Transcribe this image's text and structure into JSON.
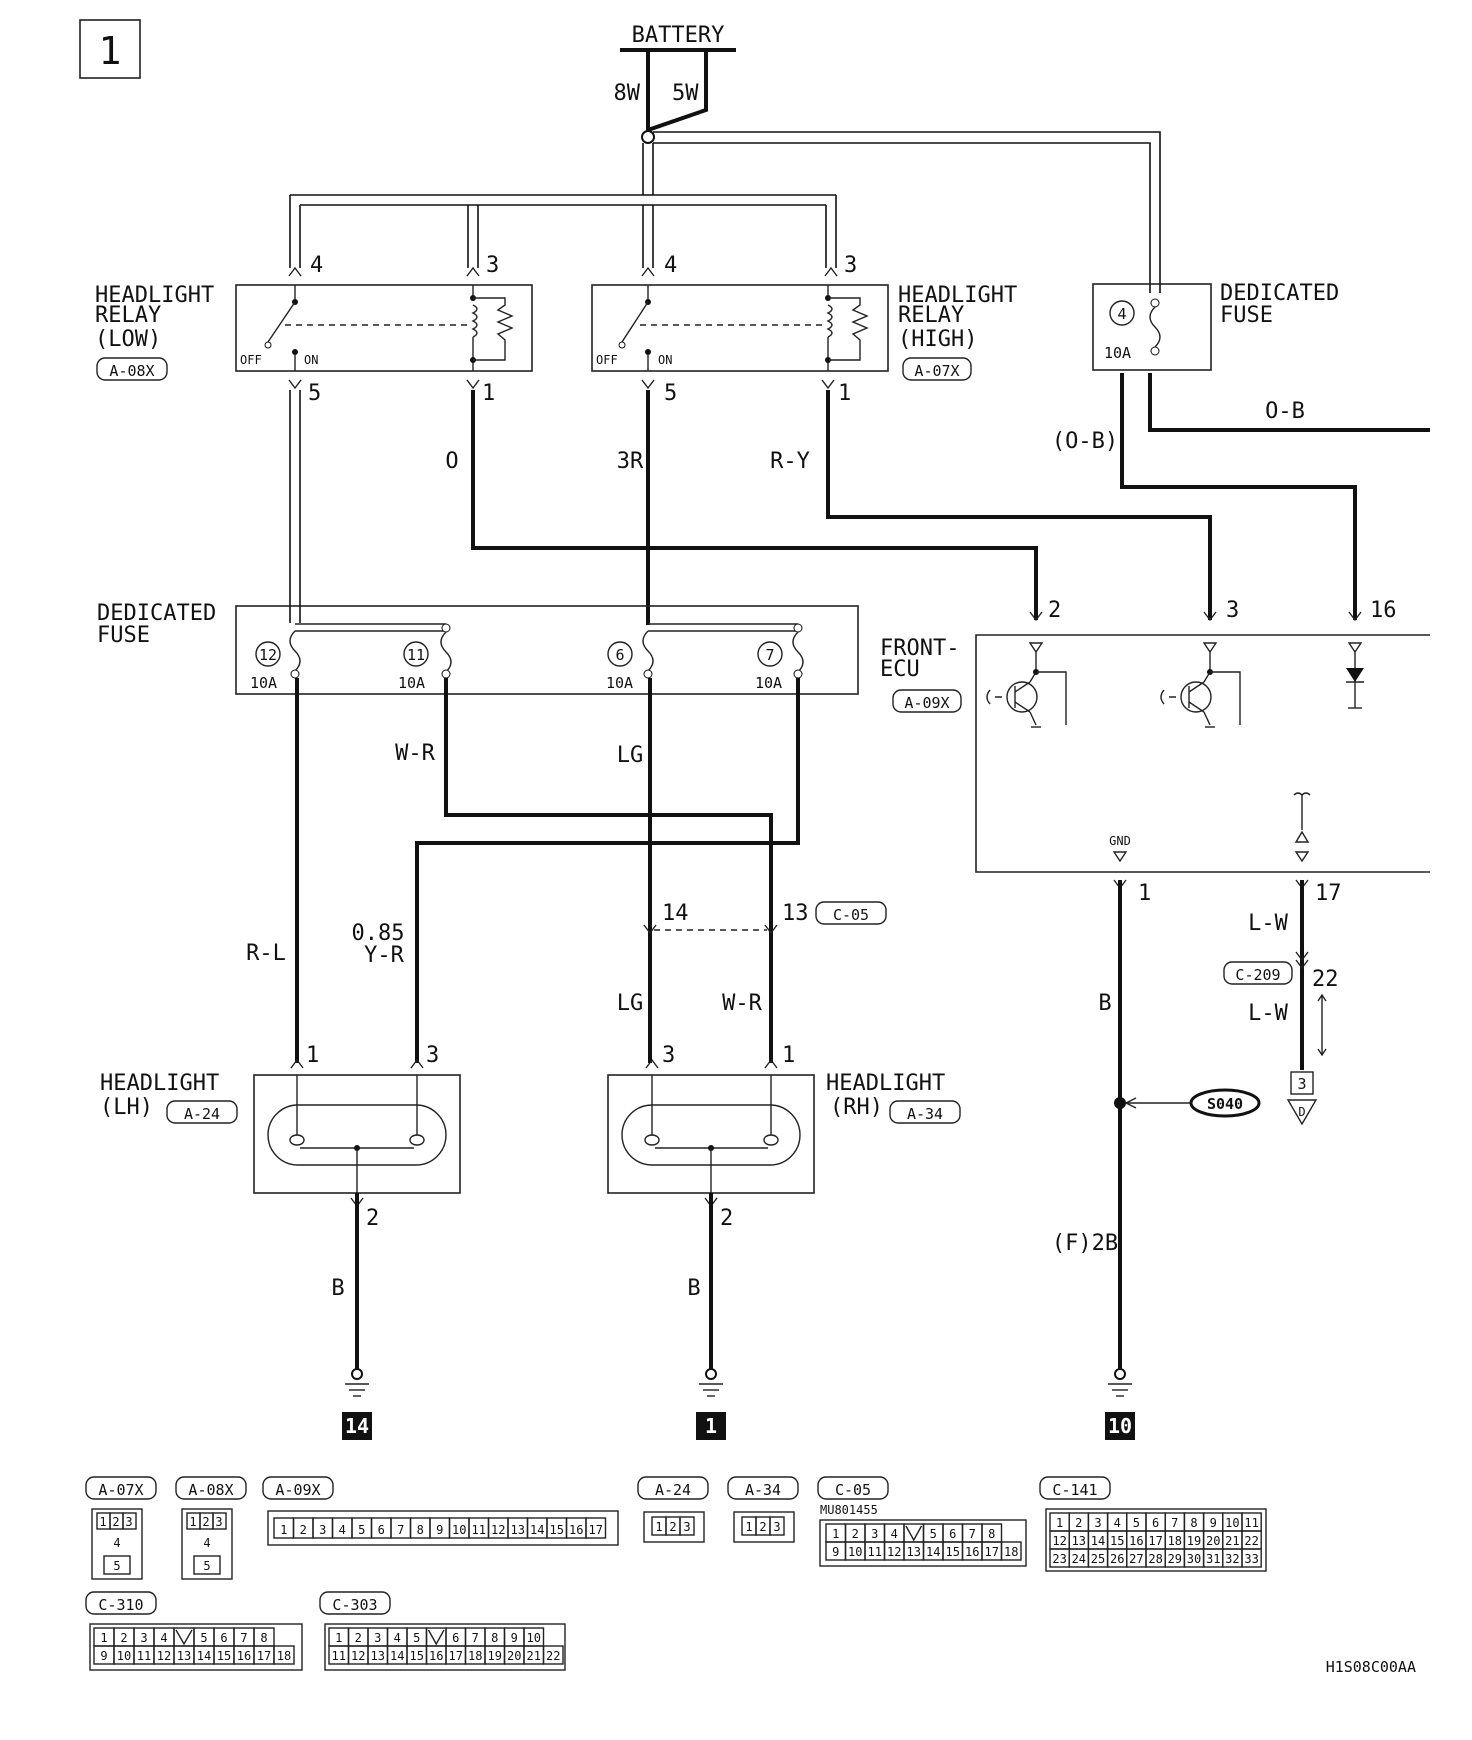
{
  "page_number": "1",
  "battery": {
    "label": "BATTERY",
    "wire_left": "8W",
    "wire_right": "5W"
  },
  "relay_low": {
    "title": [
      "HEADLIGHT",
      "RELAY",
      "(LOW)"
    ],
    "connector": "A-08X",
    "pins": {
      "top_left": "4",
      "top_right": "3",
      "bottom_left": "5",
      "bottom_right": "1"
    },
    "off": "OFF",
    "on": "ON"
  },
  "relay_high": {
    "title": [
      "HEADLIGHT",
      "RELAY",
      "(HIGH)"
    ],
    "connector": "A-07X",
    "pins": {
      "top_left": "4",
      "top_right": "3",
      "bottom_left": "5",
      "bottom_right": "1"
    },
    "off": "OFF",
    "on": "ON"
  },
  "fuse_top": {
    "title": [
      "DEDICATED",
      "FUSE"
    ],
    "number": "4",
    "rating": "10A"
  },
  "fuse_block": {
    "title": [
      "DEDICATED",
      "FUSE"
    ],
    "fuses": [
      {
        "number": "12",
        "rating": "10A"
      },
      {
        "number": "11",
        "rating": "10A"
      },
      {
        "number": "6",
        "rating": "10A"
      },
      {
        "number": "7",
        "rating": "10A"
      }
    ]
  },
  "ecu": {
    "title": [
      "FRONT-",
      "ECU"
    ],
    "connector": "A-09X",
    "pins": {
      "p2": "2",
      "p3": "3",
      "p16": "16",
      "gnd_label": "GND",
      "gnd_pin": "1",
      "p17": "17"
    }
  },
  "wires": {
    "o": "O",
    "r3": "3R",
    "ry": "R-Y",
    "ob": "O-B",
    "ob_paren": "(O-B)",
    "wr": "W-R",
    "lg": "LG",
    "rl": "R-L",
    "yr_gauge": "0.85",
    "yr": "Y-R",
    "lg2": "LG",
    "wr2": "W-R",
    "b_lh": "B",
    "b_rh": "B",
    "b_gnd": "B",
    "f2b": "(F)2B",
    "lw": "L-W",
    "lw2": "L-W"
  },
  "c05": {
    "connector": "C-05",
    "pin_a": "14",
    "pin_b": "13"
  },
  "c209": {
    "connector": "C-209",
    "pin": "22"
  },
  "splice": "S040",
  "offpage_d": {
    "box": "3",
    "letter": "D"
  },
  "headlight_lh": {
    "title": [
      "HEADLIGHT",
      "(LH)"
    ],
    "connector": "A-24",
    "pins": {
      "p1": "1",
      "p3": "3",
      "p2": "2"
    }
  },
  "headlight_rh": {
    "title": [
      "HEADLIGHT",
      "(RH)"
    ],
    "connector": "A-34",
    "pins": {
      "p3": "3",
      "p1": "1",
      "p2": "2"
    }
  },
  "ground_points": [
    "14",
    "1",
    "10"
  ],
  "connector_views": {
    "a07x": {
      "label": "A-07X",
      "rows": [
        [
          "1",
          "2",
          "3"
        ],
        [
          "4"
        ],
        [
          "5"
        ]
      ]
    },
    "a08x": {
      "label": "A-08X",
      "rows": [
        [
          "1",
          "2",
          "3"
        ],
        [
          "4"
        ],
        [
          "5"
        ]
      ]
    },
    "a09x": {
      "label": "A-09X",
      "pins": [
        "1",
        "2",
        "3",
        "4",
        "5",
        "6",
        "7",
        "8",
        "9",
        "10",
        "11",
        "12",
        "13",
        "14",
        "15",
        "16",
        "17"
      ]
    },
    "a24": {
      "label": "A-24",
      "pins": [
        "1",
        "2",
        "3"
      ]
    },
    "a34": {
      "label": "A-34",
      "pins": [
        "1",
        "2",
        "3"
      ]
    },
    "c05": {
      "label": "C-05",
      "part": "MU801455",
      "rows": [
        [
          "1",
          "2",
          "3",
          "4",
          "",
          "5",
          "6",
          "7",
          "8"
        ],
        [
          "9",
          "10",
          "11",
          "12",
          "13",
          "14",
          "15",
          "16",
          "17",
          "18"
        ]
      ]
    },
    "c141": {
      "label": "C-141",
      "rows": [
        [
          "1",
          "2",
          "3",
          "4",
          "5",
          "6",
          "7",
          "8",
          "9",
          "10",
          "11"
        ],
        [
          "12",
          "13",
          "14",
          "15",
          "16",
          "17",
          "18",
          "19",
          "20",
          "21",
          "22"
        ],
        [
          "23",
          "24",
          "25",
          "26",
          "27",
          "28",
          "29",
          "30",
          "31",
          "32",
          "33"
        ]
      ]
    },
    "c310": {
      "label": "C-310",
      "rows": [
        [
          "1",
          "2",
          "3",
          "4",
          "",
          "5",
          "6",
          "7",
          "8"
        ],
        [
          "9",
          "10",
          "11",
          "12",
          "13",
          "14",
          "15",
          "16",
          "17",
          "18"
        ]
      ]
    },
    "c303": {
      "label": "C-303",
      "rows": [
        [
          "1",
          "2",
          "3",
          "4",
          "5",
          "",
          "6",
          "7",
          "8",
          "9",
          "10"
        ],
        [
          "11",
          "12",
          "13",
          "14",
          "15",
          "16",
          "17",
          "18",
          "19",
          "20",
          "21",
          "22"
        ]
      ]
    }
  },
  "drawing_code": "H1S08C00AA"
}
